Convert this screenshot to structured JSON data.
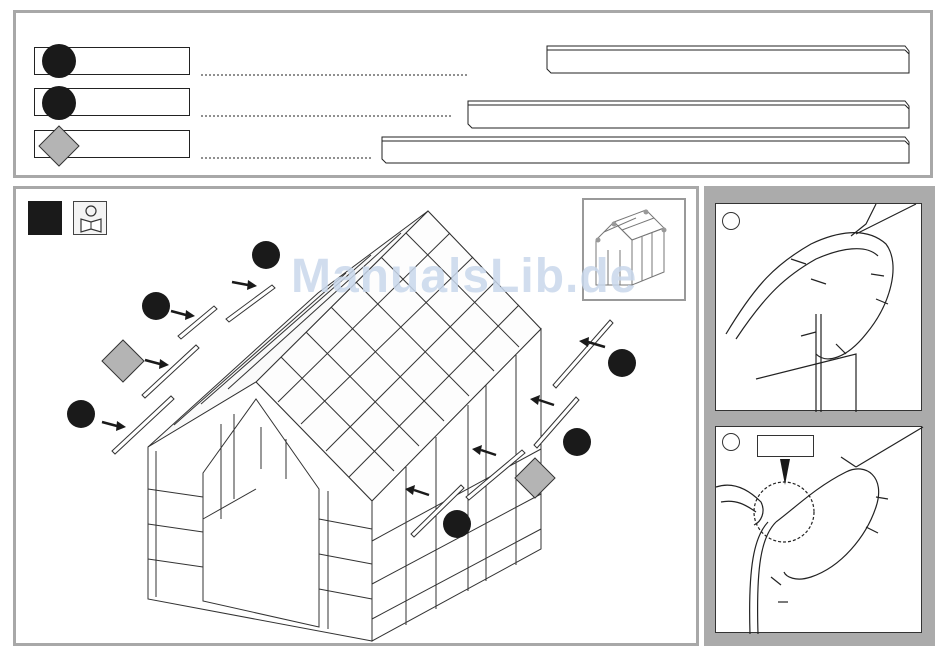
{
  "watermark": "ManualsLib.de",
  "parts": [
    {
      "marker": "black-circle",
      "name": "part-a"
    },
    {
      "marker": "black-circle",
      "name": "part-b"
    },
    {
      "marker": "grey-diamond",
      "name": "part-c"
    }
  ],
  "icons": [
    "black-circle-marker",
    "grey-diamond-marker",
    "read-manual-icon",
    "arrow-icon",
    "step-number-box"
  ],
  "colors": {
    "panel_border": "#a8a8a8",
    "marker_black": "#1a1a1a",
    "marker_grey": "#b4b4b4",
    "detail_frame": "#ababab"
  }
}
